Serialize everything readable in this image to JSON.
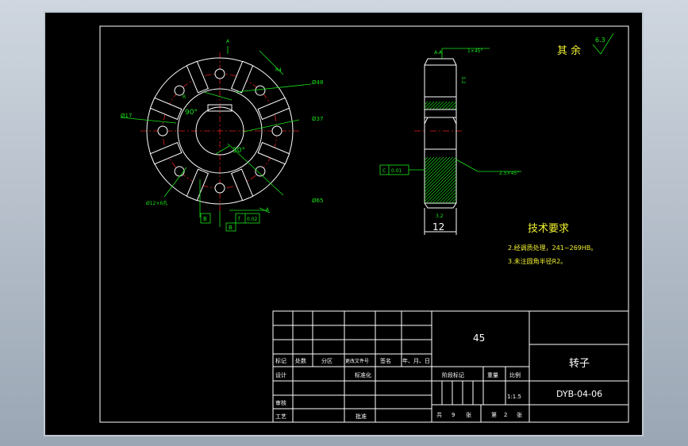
{
  "title_block": {
    "material": "45",
    "part_name": "转子",
    "drawing_no": "DYB-04-06",
    "scale": "1:1.5",
    "labels": {
      "mark": "标记",
      "count": "处数",
      "zone": "分区",
      "change_doc": "更改文件号",
      "signature": "签名",
      "date": "年、月、日",
      "design": "设计",
      "standardize": "标准化",
      "review": "审核",
      "process": "工艺",
      "approve": "批准",
      "stage_mark": "阶段标记",
      "weight": "重量",
      "ratio": "比例",
      "total": "共",
      "sheets": "张",
      "no": "第"
    },
    "total_sheets": "9",
    "sheet_no": "2"
  },
  "roughness": {
    "prefix": "其 余",
    "value": "6.3"
  },
  "tech_req": {
    "heading": "技术要求",
    "items": [
      "2.经调质处理，241~269HB。",
      "3.未注圆角半径R2。"
    ]
  },
  "front_view": {
    "section_mark_top": "A",
    "section_mark_bottom": "A",
    "dims": {
      "d48": "Ø48",
      "d37": "Ø37",
      "d17": "Ø17",
      "d65": "Ø65",
      "r4": "R4",
      "holes": "Ø12×6孔",
      "angle90": "90°",
      "angle30": "30°",
      "radius_r": "R"
    },
    "datum_b": "B",
    "datum_b_bottom": "B",
    "tol_symbol": "f",
    "tol_value": "0.02"
  },
  "side_view": {
    "section_label": "A-A",
    "chamfer_top": "1×45°",
    "chamfer_bottom": "2.5×45°",
    "datum_c": "C",
    "tol_c": "0.01",
    "width": "12",
    "roughness_bottom": "3.2",
    "roughness_side": "3.2"
  },
  "colors": {
    "paper": "#000000",
    "line": "#ffffff",
    "dim": "#19e619",
    "center": "#e02020"
  }
}
